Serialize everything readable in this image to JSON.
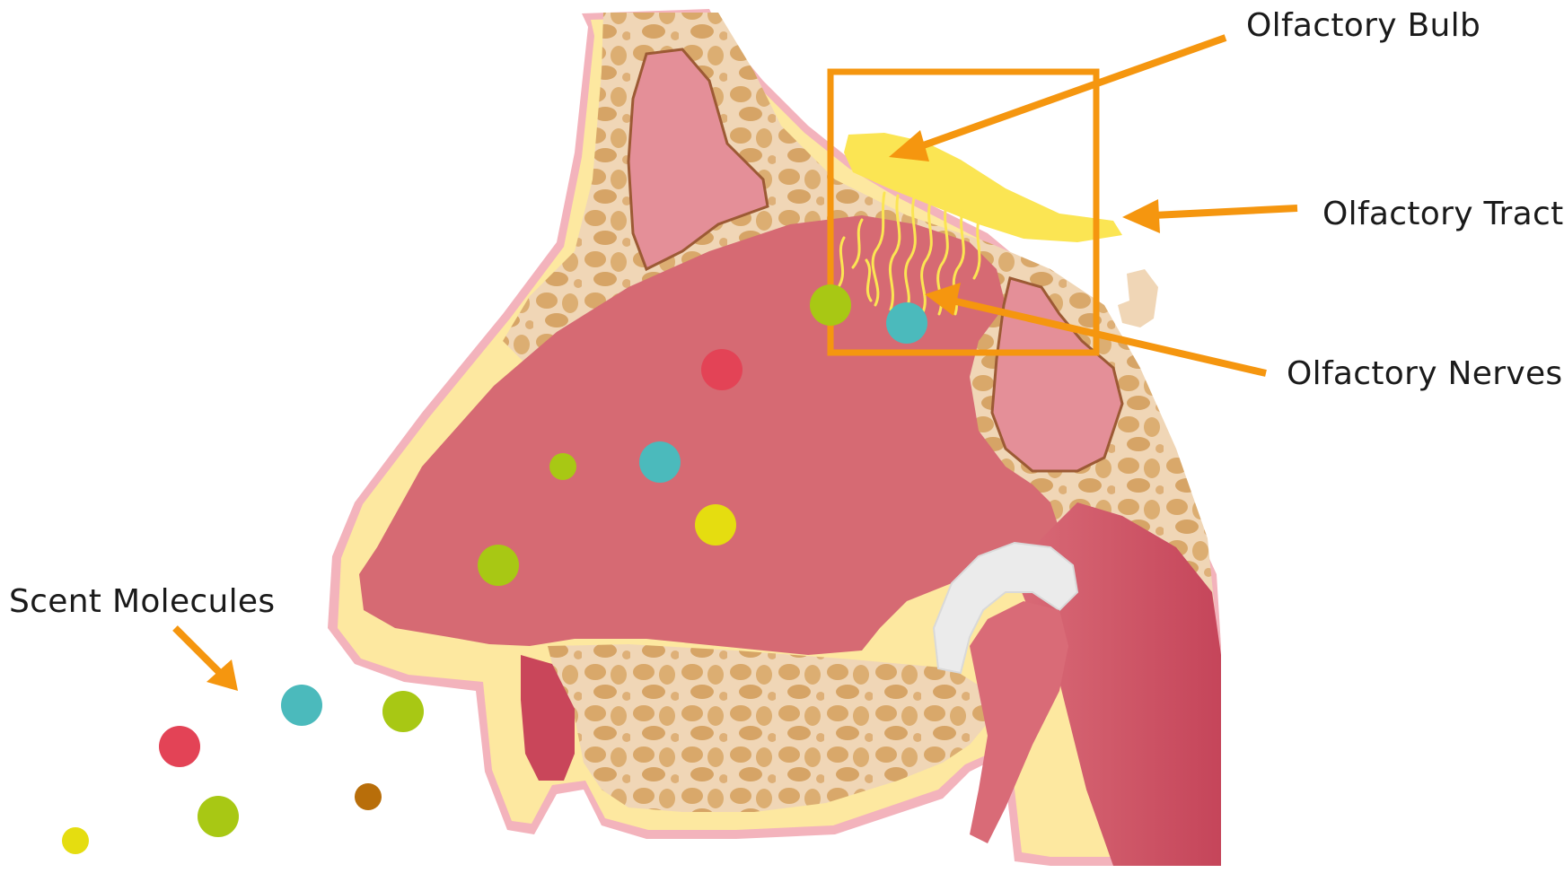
{
  "labels": {
    "olfactory_bulb": "Olfactory Bulb",
    "olfactory_tract": "Olfactory Tract",
    "olfactory_nerves": "Olfactory Nerves",
    "scent_molecules": "Scent Molecules"
  },
  "colors": {
    "accent_orange": "#f5960f",
    "nasal_cavity": "#d66a73",
    "bone": "#f0d6b6",
    "bone_pocket": "#d9a86a",
    "skin_outline": "#f3b3bc",
    "fat_layer": "#fde8a0",
    "nerve_yellow": "#fbe553",
    "throat_dark": "#c74458",
    "molecule_red": "#e34356",
    "molecule_teal": "#4bbabc",
    "molecule_green": "#a8c814",
    "molecule_yellow": "#e5dd10",
    "molecule_brown": "#b86e0a"
  }
}
